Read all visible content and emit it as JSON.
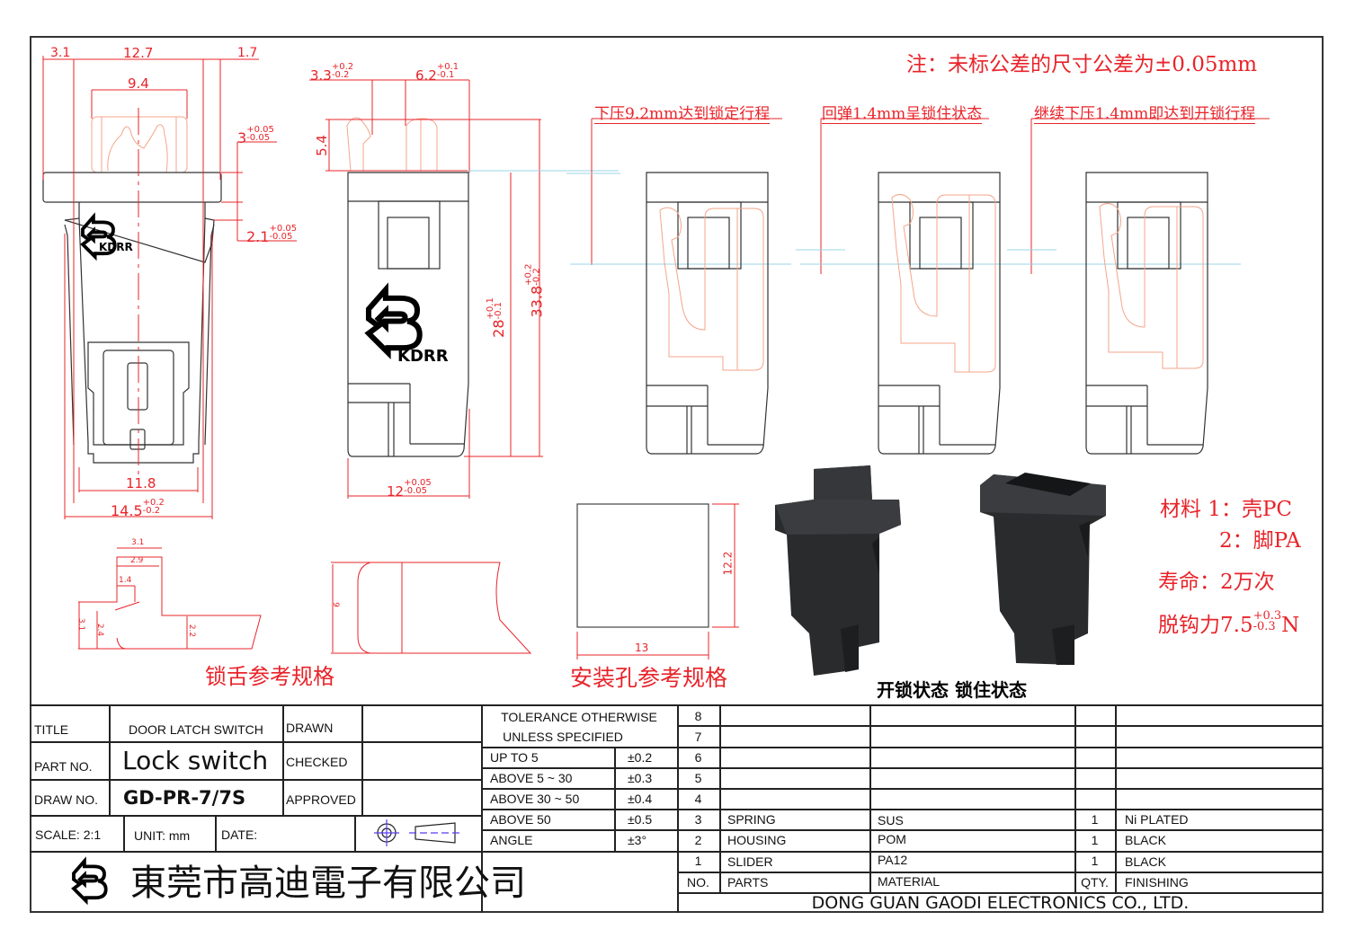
{
  "note_top": "注：未标公差的尺寸公差为±0.05mm",
  "front_view": {
    "dims": {
      "d1": "3.1",
      "d2": "12.7",
      "d3": "1.7",
      "d4": "9.4",
      "d5": "3",
      "d5_tol_up": "+0.05",
      "d5_tol_dn": "-0.05",
      "d6": "2.1",
      "d6_tol_up": "+0.05",
      "d6_tol_dn": "-0.05",
      "d7": "11.8",
      "d8": "14.5",
      "d8_tol_up": "+0.2",
      "d8_tol_dn": "-0.2"
    },
    "logo_text": "KDRR"
  },
  "side_view": {
    "dims": {
      "d1": "3.3",
      "d1_tol_up": "+0.2",
      "d1_tol_dn": "-0.2",
      "d2": "6.2",
      "d2_tol_up": "+0.1",
      "d2_tol_dn": "-0.1",
      "d3": "5.4",
      "d4": "28",
      "d4_tol_up": "+0.1",
      "d4_tol_dn": "-0.1",
      "d5": "33.8",
      "d5_tol_up": "+0.2",
      "d5_tol_dn": "-0.2",
      "d6": "12",
      "d6_tol_up": "+0.05",
      "d6_tol_dn": "-0.05"
    },
    "logo_text": "KDRR"
  },
  "state_views": [
    {
      "label": "下压9.2mm达到锁定行程"
    },
    {
      "label": "回弹1.4mm呈锁住状态"
    },
    {
      "label": "继续下压1.4mm即达到开锁行程"
    }
  ],
  "tongue_spec": {
    "title": "锁舌参考规格",
    "dims": [
      "3.1",
      "2.9",
      "1.4",
      "3.1",
      "2.4",
      "2.2",
      "9"
    ]
  },
  "hole_spec": {
    "title": "安装孔参考规格",
    "width": "13",
    "height": "12.2"
  },
  "specs": {
    "material_line1": "材料 1：壳PC",
    "material_line2": "2：脚PA",
    "life": "寿命：2万次",
    "force_prefix": "脱钩力7.5",
    "force_tol_up": "+0.3",
    "force_tol_dn": "-0.3",
    "force_unit": "N"
  },
  "photo_caption": "开锁状态  锁住状态",
  "title_block": {
    "title_label": "TITLE",
    "title_value": "DOOR  LATCH  SWITCH",
    "part_label": "PART  NO.",
    "part_value": "Lock switch",
    "draw_label": "DRAW  NO.",
    "draw_value": "GD-PR-7/7S",
    "drawn": "DRAWN",
    "checked": "CHECKED",
    "approved": "APPROVED",
    "scale": "SCALE:  2:1",
    "unit": "UNIT:  mm",
    "date": "DATE:",
    "company_cn": "東莞市高迪電子有限公司",
    "company_en": "DONG GUAN GAODI ELECTRONICS CO., LTD."
  },
  "tolerance": {
    "header1": "TOLERANCE  OTHERWISE",
    "header2": "UNLESS  SPECIFIED",
    "rows": [
      {
        "range": "UP  TO  5",
        "tol": "±0.2"
      },
      {
        "range": "ABOVE  5 ~ 30",
        "tol": "±0.3"
      },
      {
        "range": "ABOVE  30 ~ 50",
        "tol": "±0.4"
      },
      {
        "range": "ABOVE  50",
        "tol": "±0.5"
      },
      {
        "range": "ANGLE",
        "tol": "±3°"
      }
    ]
  },
  "bom": {
    "rows": [
      {
        "no": "8",
        "part": "",
        "material": "",
        "qty": "",
        "finish": ""
      },
      {
        "no": "7",
        "part": "",
        "material": "",
        "qty": "",
        "finish": ""
      },
      {
        "no": "6",
        "part": "",
        "material": "",
        "qty": "",
        "finish": ""
      },
      {
        "no": "5",
        "part": "",
        "material": "",
        "qty": "",
        "finish": ""
      },
      {
        "no": "4",
        "part": "",
        "material": "",
        "qty": "",
        "finish": ""
      },
      {
        "no": "3",
        "part": "SPRING",
        "material": "SUS",
        "qty": "1",
        "finish": "Ni  PLATED"
      },
      {
        "no": "2",
        "part": "HOUSING",
        "material": "POM",
        "qty": "1",
        "finish": "BLACK"
      },
      {
        "no": "1",
        "part": "SLIDER",
        "material": "PA12",
        "qty": "1",
        "finish": "BLACK"
      }
    ],
    "header": {
      "no": "NO.",
      "part": "PARTS",
      "material": "MATERIAL",
      "qty": "QTY.",
      "finish": "FINISHING"
    }
  }
}
